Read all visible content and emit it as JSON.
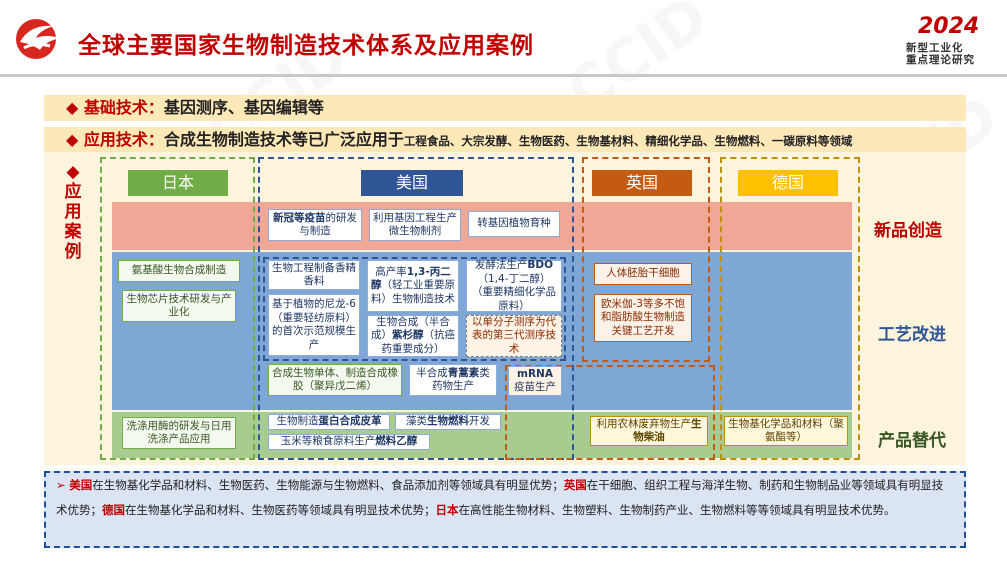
{
  "header": {
    "title": "全球主要国家生物制造技术体系及应用案例",
    "badge_year": "2024",
    "badge_line1": "新型工业化",
    "badge_line2": "重点理论研究"
  },
  "bands": {
    "basic": {
      "label": "基础技术：",
      "text": "基因测序、基因编辑等"
    },
    "application": {
      "label": "应用技术：",
      "text": "合成生物制造技术等已广泛应用于",
      "small": "工程食品、大宗发酵、生物医药、生物基材料、精细化学品、生物燃料、一碳原料等领域"
    }
  },
  "side_label": {
    "diamond": "◆",
    "chars": [
      "应",
      "用",
      "案",
      "例"
    ]
  },
  "columns": {
    "japan": "日本",
    "usa": "美国",
    "uk": "英国",
    "germany": "德国"
  },
  "rows": {
    "new_product": "新品创造",
    "process": "工艺改进",
    "substitute": "产品替代"
  },
  "boxes": {
    "us_vaccine": {
      "b": "新冠等疫苗",
      "t": "的研发与制造"
    },
    "us_microbe": "利用基因工程生产微生物制剂",
    "us_gm_crop": "转基因植物育种",
    "us_fragrance": "生物工程制备香精香料",
    "us_pdo": {
      "t1": "高产率",
      "b1": "1,3-丙二醇",
      "t2": "（轻工业重要原料）生物制造技术"
    },
    "us_bdo": {
      "t1": "发酵法生产",
      "b1": "BDO",
      "t2": "（1,4-丁二醇）（重要精细化学品原料）"
    },
    "us_nylon": "基于植物的尼龙-6（重要轻纺原料）的首次示范规模生产",
    "us_taxol": {
      "t1": "生物合成（半合成）",
      "b1": "紫杉醇",
      "t2": "（抗癌药重要成分）"
    },
    "us_seq3": "以单分子测序为代表的第三代测序技术",
    "us_rubber": "合成生物单体、制造合成橡胶（聚异戊二烯）",
    "us_artemisinin": {
      "t1": "半合成",
      "b1": "青蒿素",
      "t2": "类药物生产"
    },
    "us_mrna": {
      "b1": "mRNA",
      "t2": "疫苗生产"
    },
    "us_protein": {
      "t1": "生物制造",
      "b1": "蛋白合成皮革"
    },
    "us_algae": {
      "t1": "藻类",
      "b1": "生物燃料",
      "t2": "开发"
    },
    "us_ethanol": {
      "t1": "玉米等粮食原料生产",
      "b1": "燃料乙醇"
    },
    "jp_amino": "氨基酸生物合成制造",
    "jp_chip": "生物芯片技术研发与产业化",
    "jp_enzyme": "洗涤用酶的研发与日用洗涤产品应用",
    "uk_stemcell": "人体胚胎干细胞",
    "uk_omega3": "欧米伽-3等多不饱和脂肪酸生物制造关键工艺开发",
    "uk_waste": {
      "t1": "利用农林废弃物生产",
      "b1": "生物柴油"
    },
    "de_material": {
      "t1": "生物基化学品和材料",
      "t2": "（聚氨酯等）"
    }
  },
  "note": {
    "arrow": "➢",
    "us": "美国",
    "us_text": "在生物基化学品和材料、生物医药、生物能源与生物燃料、食品添加剂等领域具有明显优势；",
    "uk": "英国",
    "uk_text": "在干细胞、组织工程与海洋生物、制药和生物制品业等领域具有明显技术优势；",
    "de": "德国",
    "de_text": "在生物基化学品和材料、生物医药等领域具有明显技术优势；",
    "jp": "日本",
    "jp_text": "在高性能生物材料、生物塑料、生物制药产业、生物燃料等等领域具有明显技术优势。"
  },
  "watermark": "CCID",
  "colors": {
    "accent": "#c00000",
    "japan": "#70ad47",
    "usa": "#2f5597",
    "uk": "#c55a11",
    "germany": "#ffc000"
  }
}
